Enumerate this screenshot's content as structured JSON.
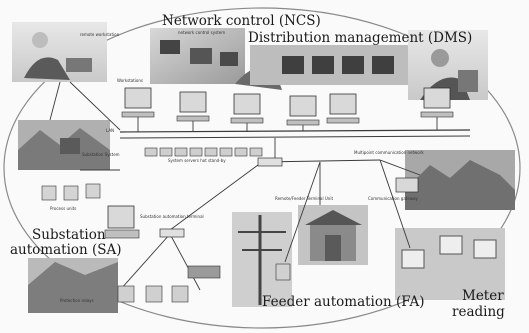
{
  "labels": {
    "ncs": "Network control (NCS)",
    "dms": "Distribution management (DMS)",
    "sa_line1": "Substation",
    "sa_line2": "automation (SA)",
    "fa": "Feeder automation (FA)",
    "meter_line1": "Meter",
    "meter_line2": "reading"
  },
  "small_labels": {
    "remote_workstation": "remote workstation",
    "network_control_system": "network control system",
    "workstations": "Workstations",
    "lan": "LAN",
    "substation_system": "Substation System",
    "system_servers": "System servers hot stand-by",
    "multi_comm_network": "Multipoint communication network",
    "process_units": "Process units",
    "substation_automation_terminal": "Substation automation terminal",
    "feeder_terminal": "Remote/Feeder Terminal Unit",
    "protection_gateway": "Communication gateway",
    "protection_relays": "Protection relays"
  },
  "colors": {
    "ellipse": "#888888",
    "lines": "#3a3a3a"
  }
}
